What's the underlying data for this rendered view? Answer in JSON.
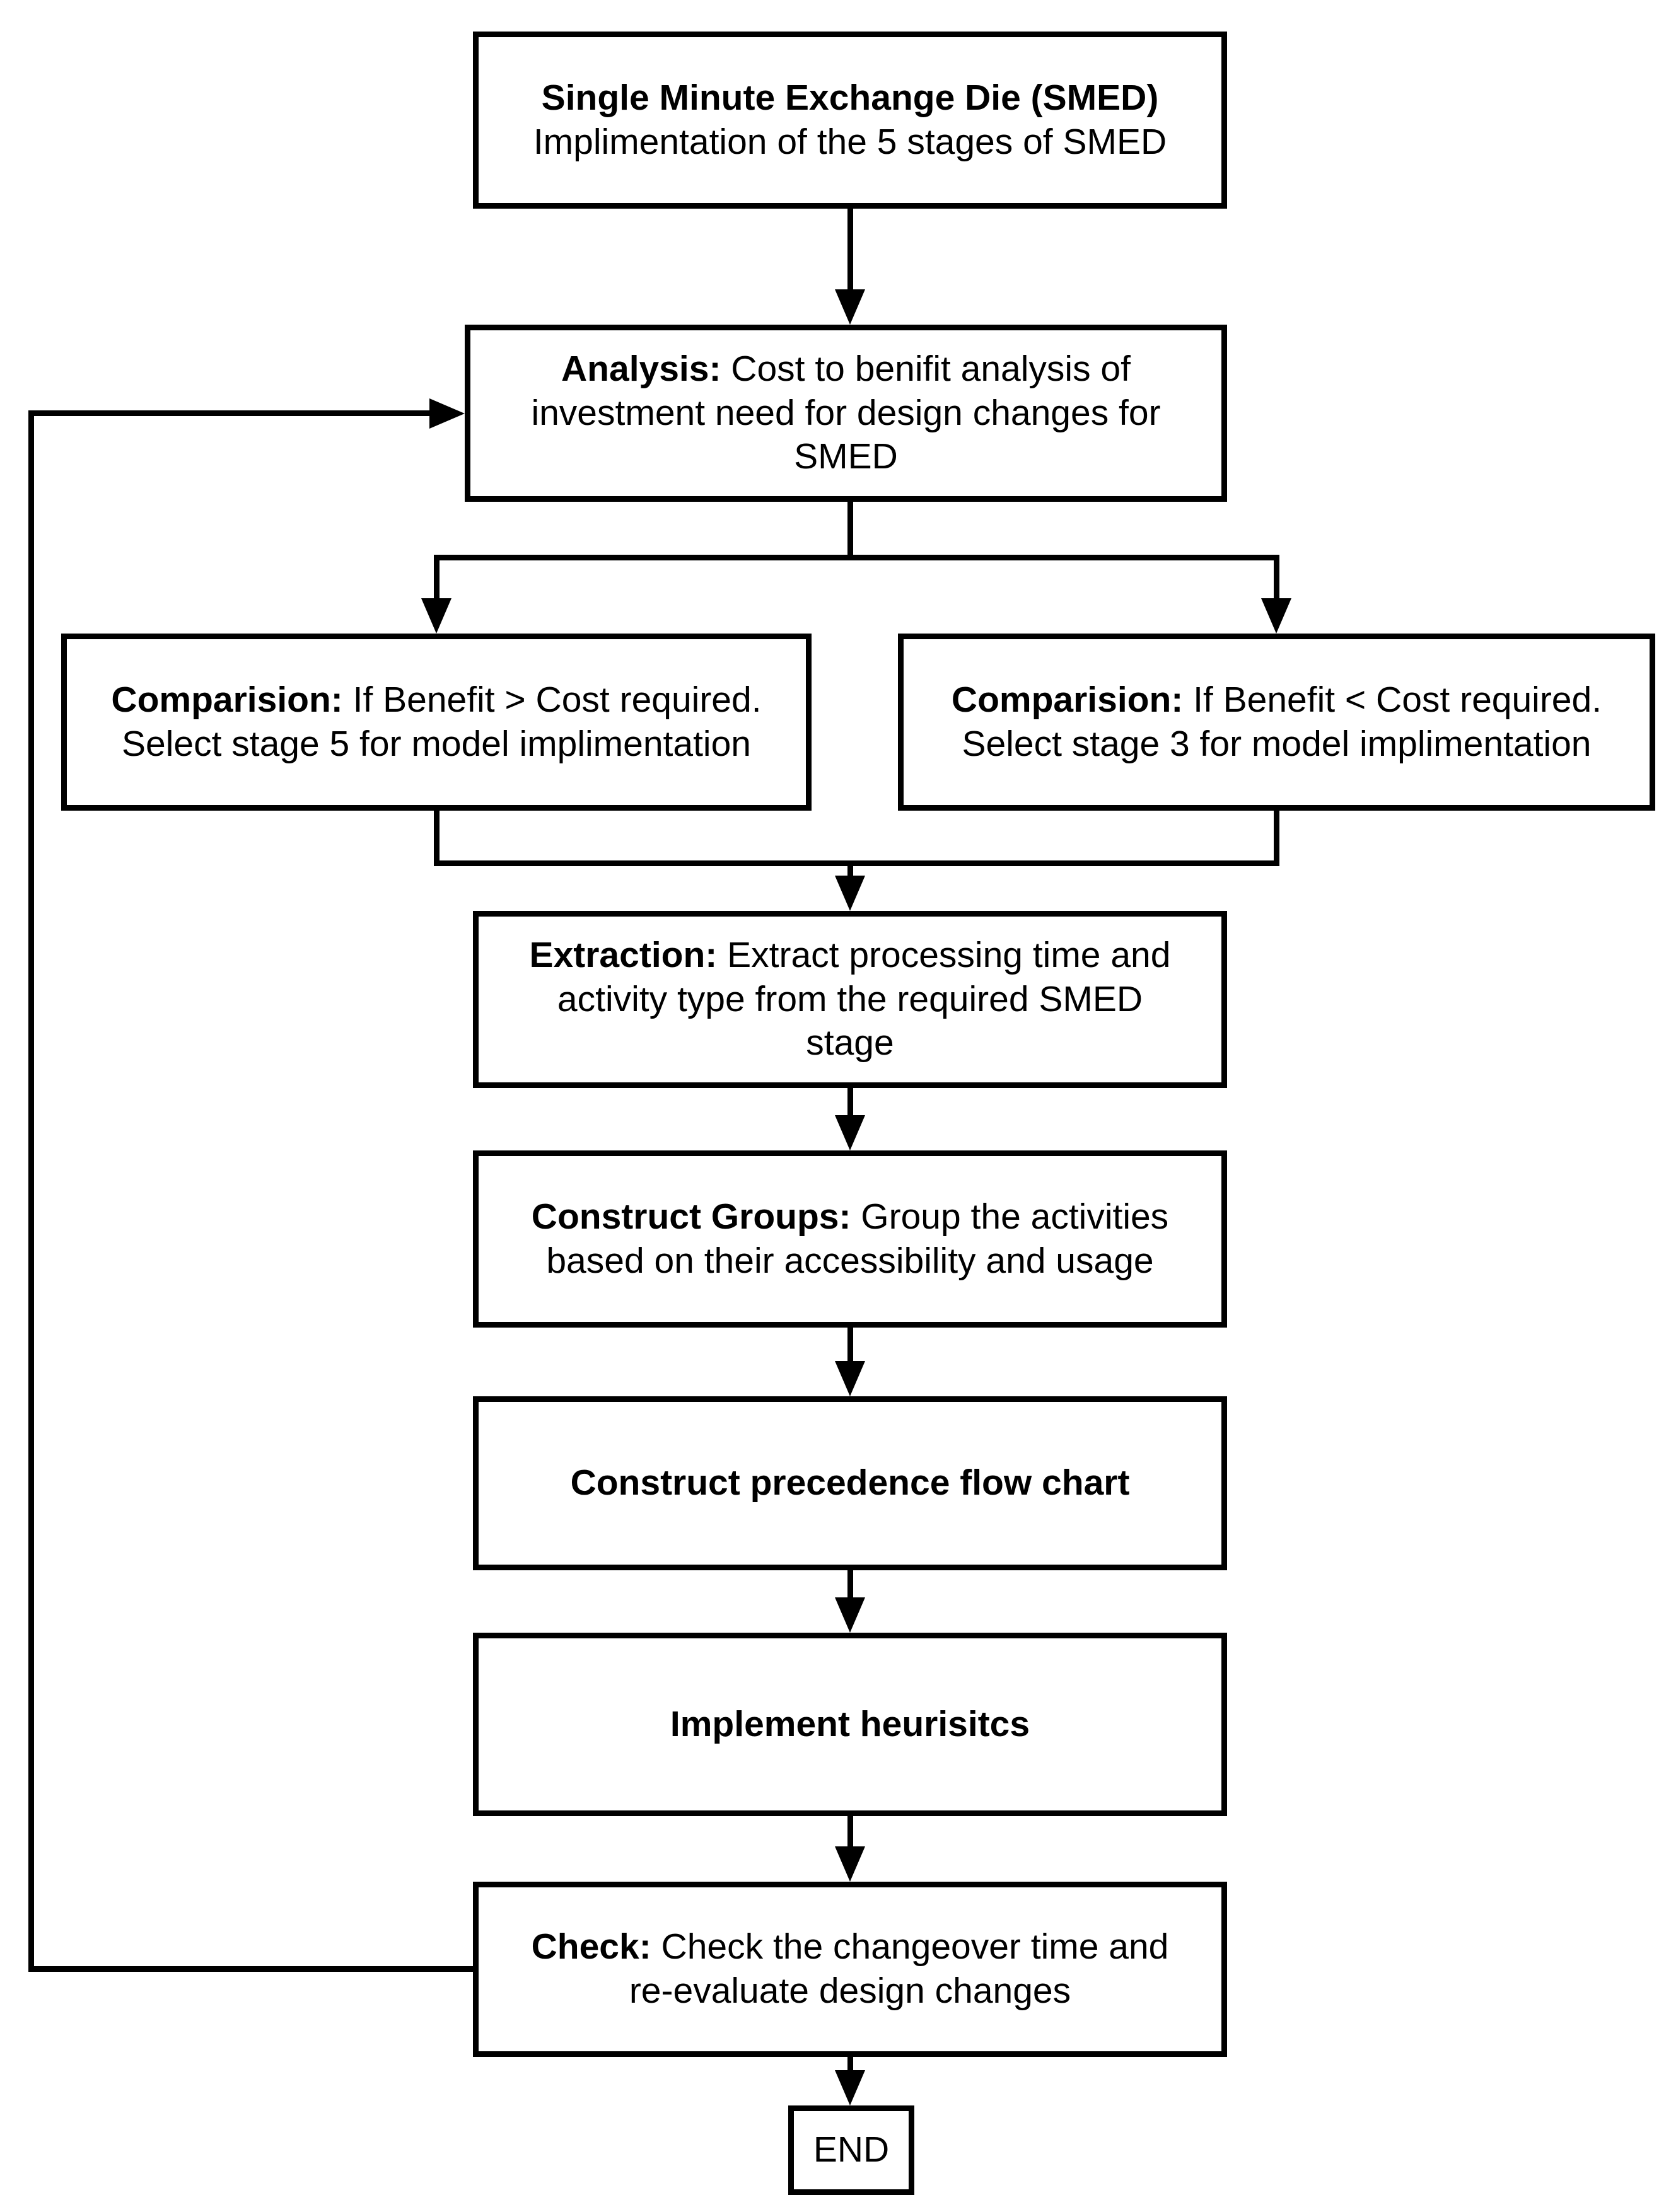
{
  "colors": {
    "background": "#ffffff",
    "foreground": "#000000"
  },
  "nodes": {
    "start": {
      "bold": "Single Minute Exchange Die (SMED)",
      "rest": "Implimentation of the 5 stages of SMED"
    },
    "analysis": {
      "bold": "Analysis:",
      "rest": " Cost to benifit analysis of\ninvestment need for design changes for\nSMED"
    },
    "comparison_left": {
      "bold": "Comparision:",
      "rest": " If Benefit > Cost required.\nSelect stage 5 for model implimentation"
    },
    "comparison_right": {
      "bold": "Comparision:",
      "rest": " If Benefit < Cost required.\nSelect stage 3 for model implimentation"
    },
    "extraction": {
      "bold": "Extraction:",
      "rest": " Extract processing time and\nactivity type from the required SMED\nstage"
    },
    "construct_groups": {
      "bold": "Construct Groups:",
      "rest": " Group the activities\nbased on their accessibility and usage"
    },
    "precedence": {
      "bold": "Construct precedence flow chart",
      "rest": ""
    },
    "heuristics": {
      "bold": "Implement heurisitcs",
      "rest": ""
    },
    "check": {
      "bold": "Check:",
      "rest": " Check the changeover time and\nre-evaluate design changes"
    },
    "end": {
      "label": "END"
    }
  }
}
